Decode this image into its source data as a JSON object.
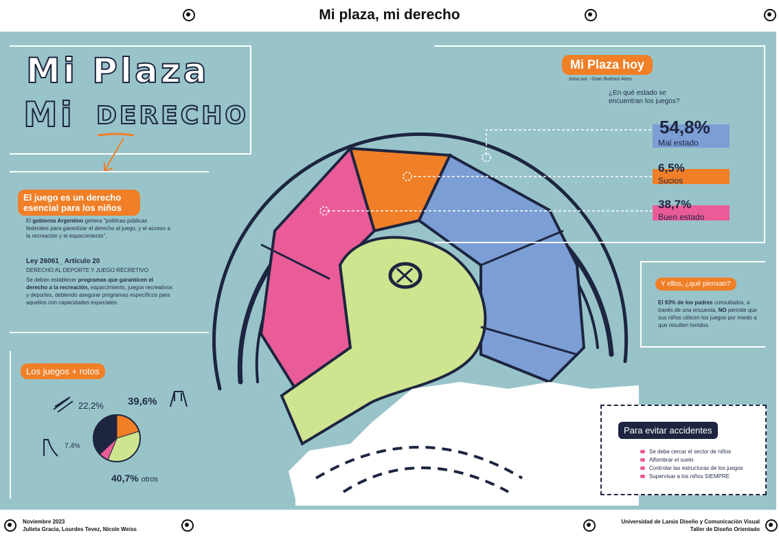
{
  "header": {
    "title": "Mi plaza, mi derecho"
  },
  "hero": {
    "line1": "Mi Plaza",
    "line2a": "Mi",
    "line2b": "Derecho"
  },
  "rights_box": {
    "heading": "El juego es un derecho esencial para los niños",
    "intro_pre": "El",
    "intro_bold": "gobierno Argentino",
    "intro_post": "genera \"políticas públicas federales para garantizar el derecho al juego, y el acceso a la recreación y el esparcimiento\".",
    "law_title": "Ley 26061_ Artículo 20",
    "law_subtitle": "DERECHO AL DEPORTE Y JUEGO RECRETIVO",
    "law_pre": "Se deben establecer",
    "law_bold": "programas que garanticen el derecho a la recreación,",
    "law_post": "esparcimiento, juegos recreativos y deportes, debiendo asegurar programas específicos para aquellos con capacidades especiales."
  },
  "broken_box": {
    "heading": "Los juegos + rotos",
    "items": [
      {
        "value": "22,2%",
        "icon": "swing-icon"
      },
      {
        "value": "39,6%",
        "icon": "swingset-icon"
      },
      {
        "value": "7,4%",
        "icon": "slide-icon"
      },
      {
        "value": "40,7%",
        "suffix": "otros"
      }
    ],
    "slices": [
      {
        "label": "22,2%",
        "pct": 22.2,
        "color": "#f07f27"
      },
      {
        "label": "39,6%",
        "pct": 39.6,
        "color": "#cfe48e"
      },
      {
        "label": "7,4%",
        "pct": 7.4,
        "color": "#ea5c97"
      },
      {
        "label": "40,7%",
        "pct": 40.7,
        "color": "#1d2540"
      }
    ]
  },
  "today_box": {
    "heading": "Mi Plaza hoy",
    "subheading": "zona sur - Gran Buenos Aires",
    "question": "¿En qué estado se encuentran los juegos?",
    "stats": [
      {
        "value": "54,8%",
        "label": "Mal estado",
        "color": "#7b9ed4"
      },
      {
        "value": "6,5%",
        "label": "Sucios",
        "color": "#f07f27"
      },
      {
        "value": "38,7%",
        "label": "Buen estado",
        "color": "#ea5c97"
      }
    ]
  },
  "opinion_box": {
    "heading": "Y ellos, ¿qué piensan?",
    "text_pre": "El 93% de los padres",
    "text_mid": "consultados,",
    "text_italic": "a través de una encuesta,",
    "text_bold2": "NO",
    "text_post": "permite que sus niños utilicen los juegos por miedo a que resulten heridos."
  },
  "prevent_box": {
    "heading": "Para evitar accidentes",
    "items": [
      "Se debe cercar el sector de niños",
      "Alfombrar el suelo",
      "Controlar las estructuras de los juegos",
      "Supervisar a los niños SIEMPRE"
    ]
  },
  "footer": {
    "date": "Noviembre 2023",
    "authors": "Julieta Gracia, Lourdes Tevez, Nicole Weiss",
    "university": "Universidad de Lanús Diseño y Comunicación Visual",
    "course": "Taller de Diseño Orientado"
  },
  "colors": {
    "panel": "#98c4c9",
    "orange": "#f07f27",
    "pink": "#ea5c97",
    "blue": "#7b9ed4",
    "green": "#cfe48e",
    "navy": "#1d2540"
  }
}
